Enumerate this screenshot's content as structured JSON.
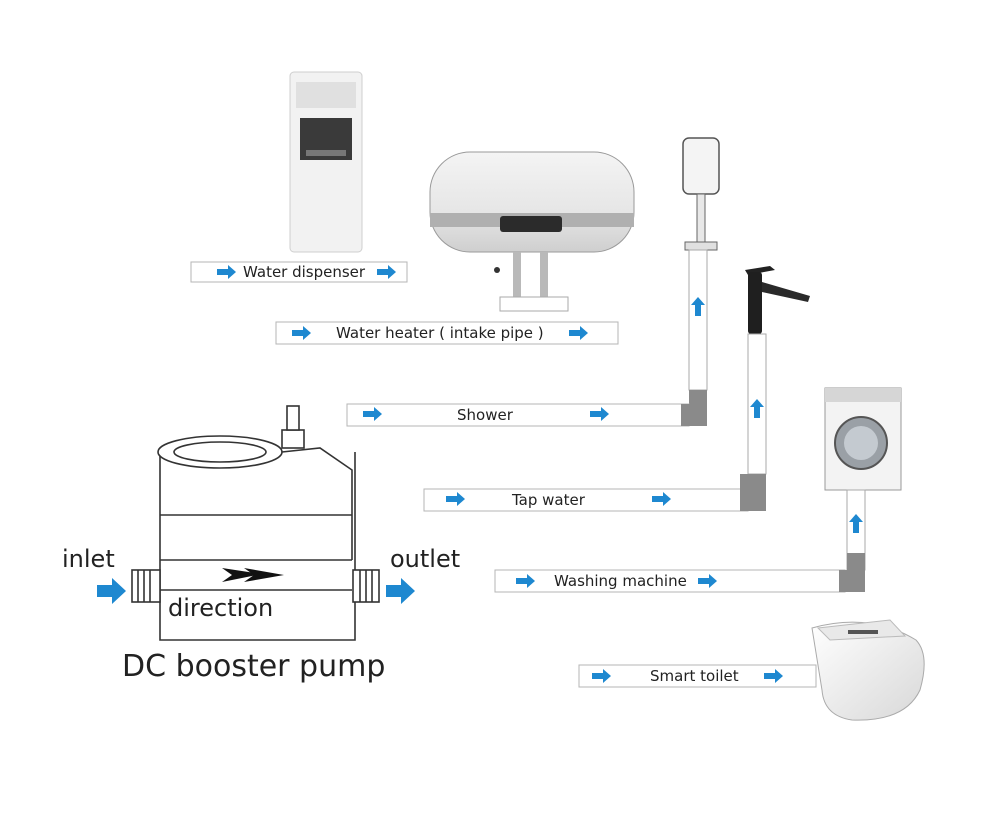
{
  "labels": {
    "water_dispenser": "Water dispenser",
    "water_heater": "Water heater ( intake pipe )",
    "shower": "Shower",
    "tap_water": "Tap water",
    "washing_machine": "Washing machine",
    "smart_toilet": "Smart toilet",
    "inlet": "inlet",
    "outlet": "outlet",
    "direction": "direction",
    "pump_name": "DC booster pump"
  },
  "colors": {
    "arrow_blue": "#1e88d0",
    "pipe_gray": "#8a8a8a",
    "outline": "#333333"
  }
}
